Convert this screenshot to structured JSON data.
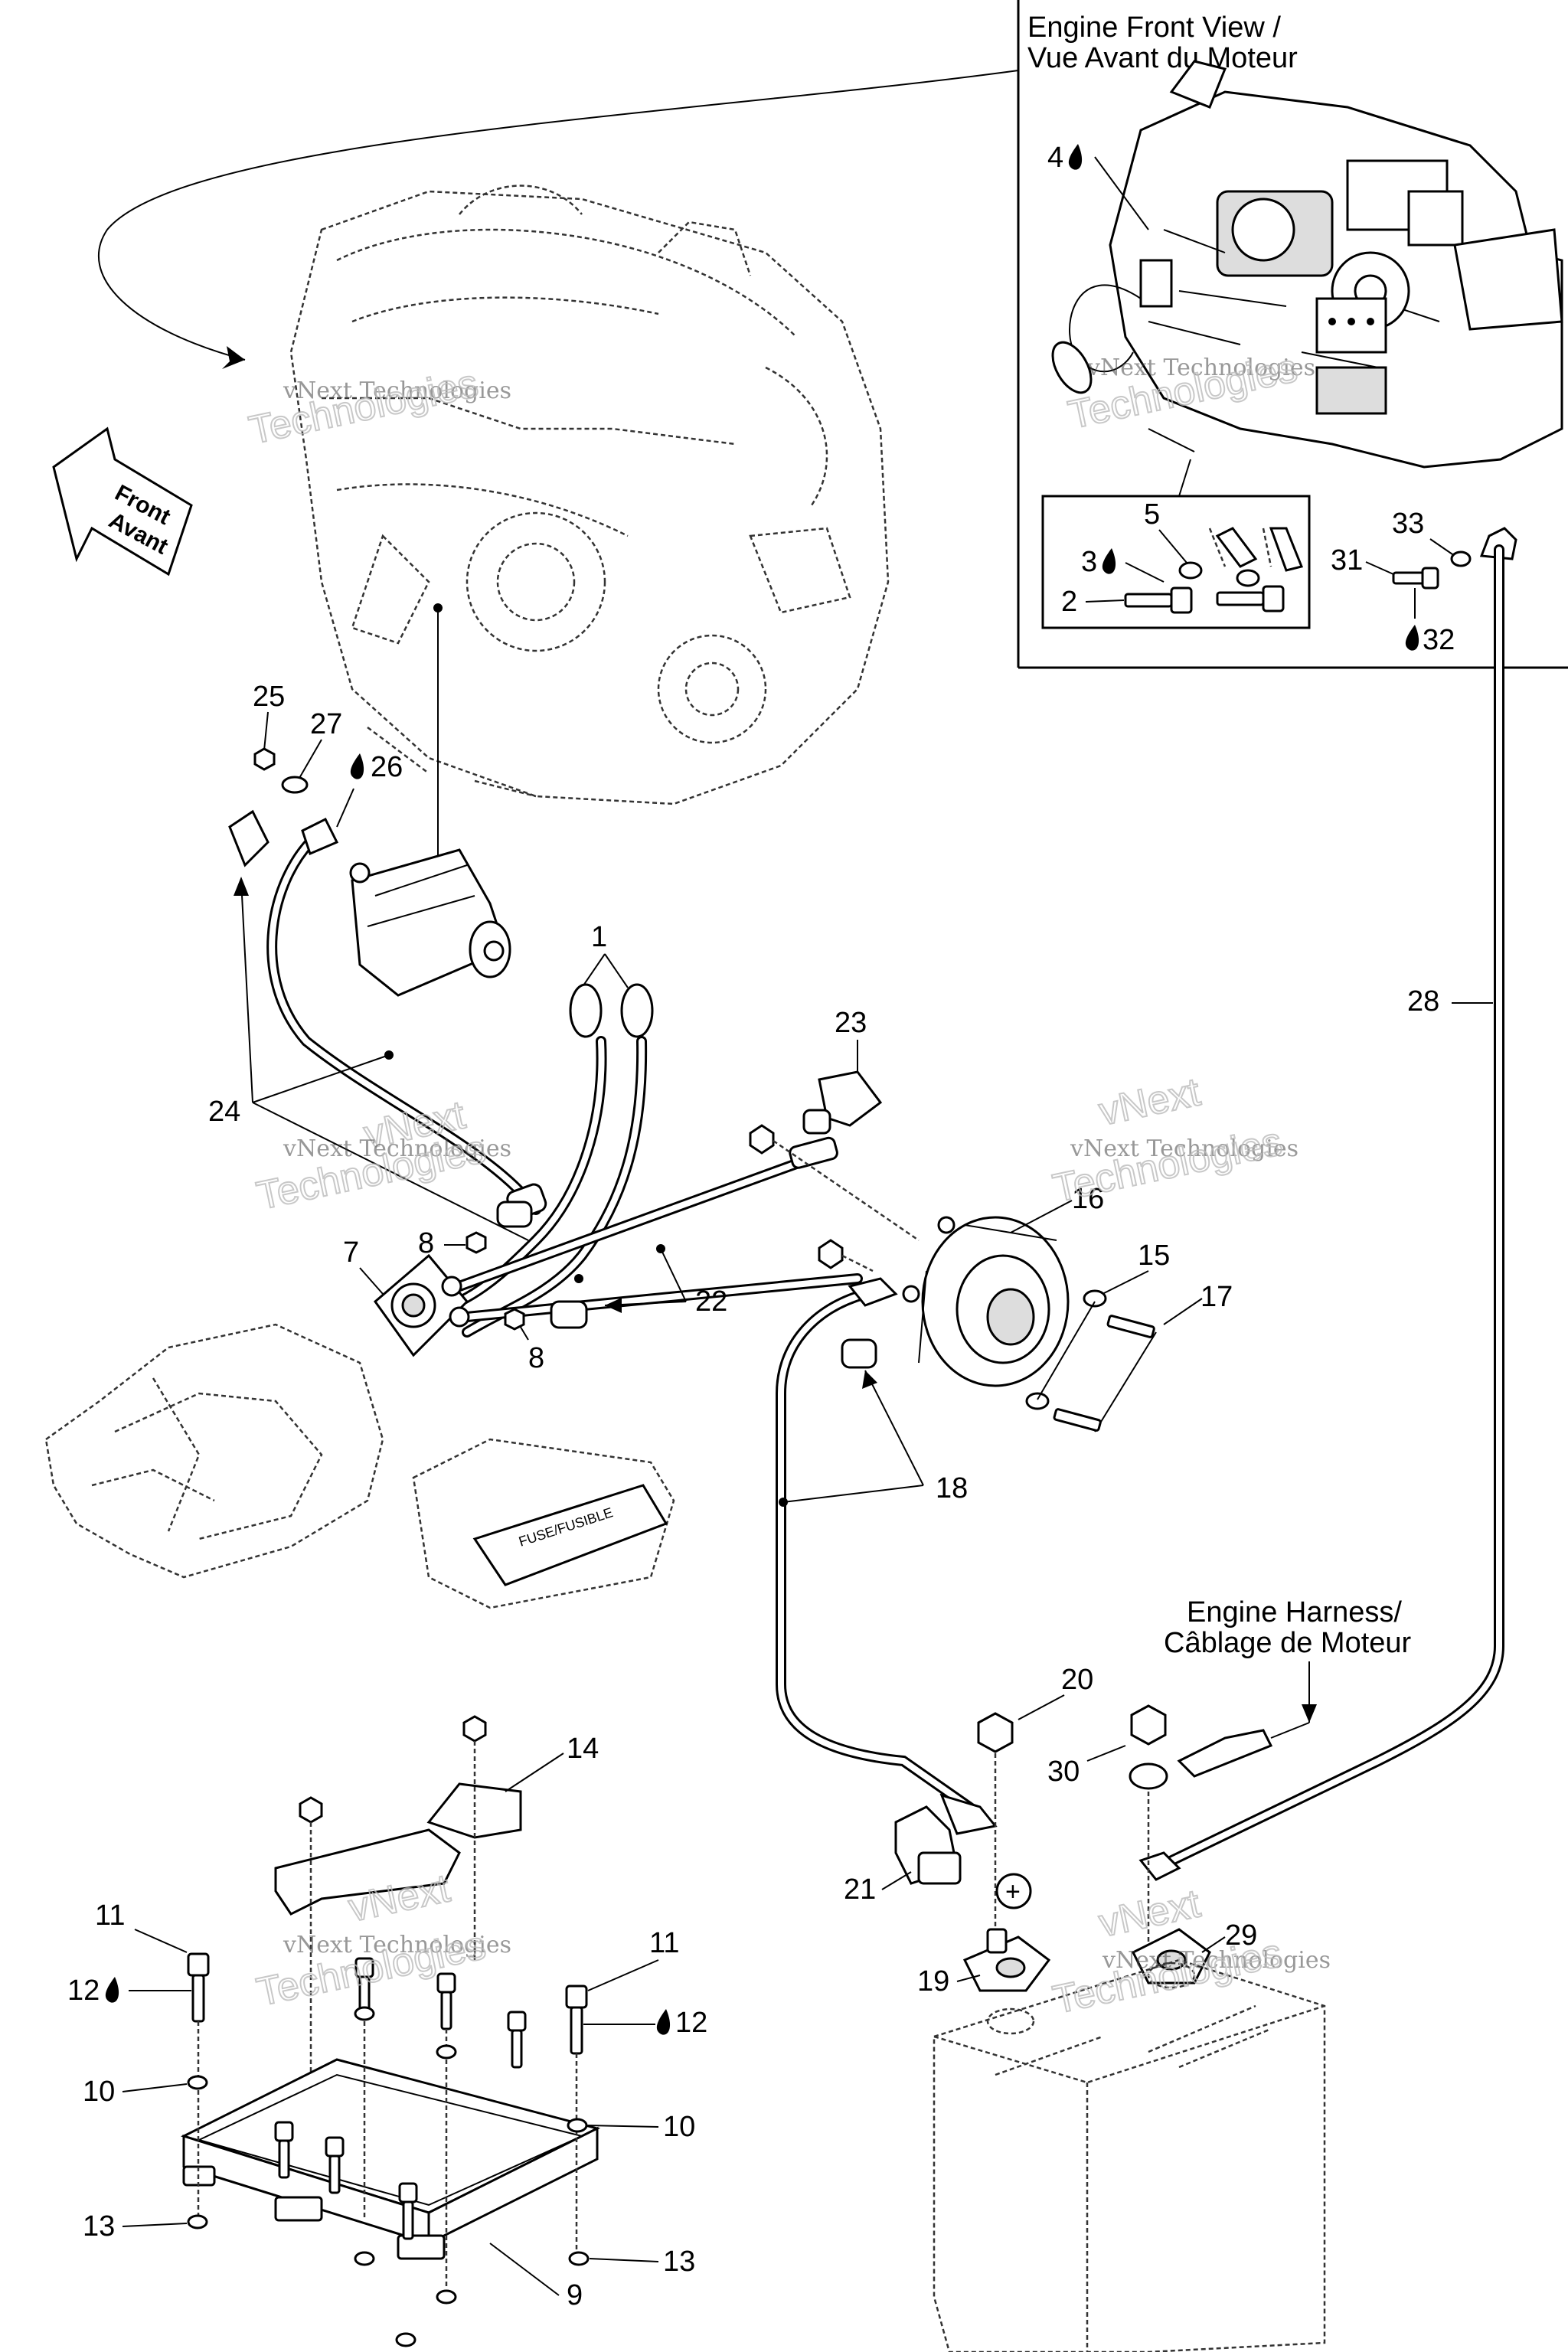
{
  "inset": {
    "title_line1": "Engine Front View /",
    "title_line2": "Vue Avant du Moteur"
  },
  "front_arrow": {
    "line1": "Front",
    "line2": "Avant"
  },
  "harness_label": {
    "line1": "Engine Harness/",
    "line2": "Câblage de Moteur"
  },
  "watermark": {
    "line1": "vNext Technologies",
    "line2": "vNext",
    "line3": "Technologies"
  },
  "battery_symbol": "+",
  "fuse_text": "FUSE/FUSIBLE",
  "callouts": {
    "c1": "1",
    "c2": "2",
    "c3": "3",
    "c4": "4",
    "c5": "5",
    "c7": "7",
    "c8a": "8",
    "c8b": "8",
    "c9": "9",
    "c10a": "10",
    "c10b": "10",
    "c11a": "11",
    "c11b": "11",
    "c12a": "12",
    "c12b": "12",
    "c13a": "13",
    "c13b": "13",
    "c14": "14",
    "c15": "15",
    "c16": "16",
    "c17": "17",
    "c18": "18",
    "c19": "19",
    "c20": "20",
    "c21": "21",
    "c22": "22",
    "c23": "23",
    "c24": "24",
    "c25": "25",
    "c26": "26",
    "c27": "27",
    "c28": "28",
    "c29": "29",
    "c30": "30",
    "c31": "31",
    "c32": "32",
    "c33": "33"
  }
}
